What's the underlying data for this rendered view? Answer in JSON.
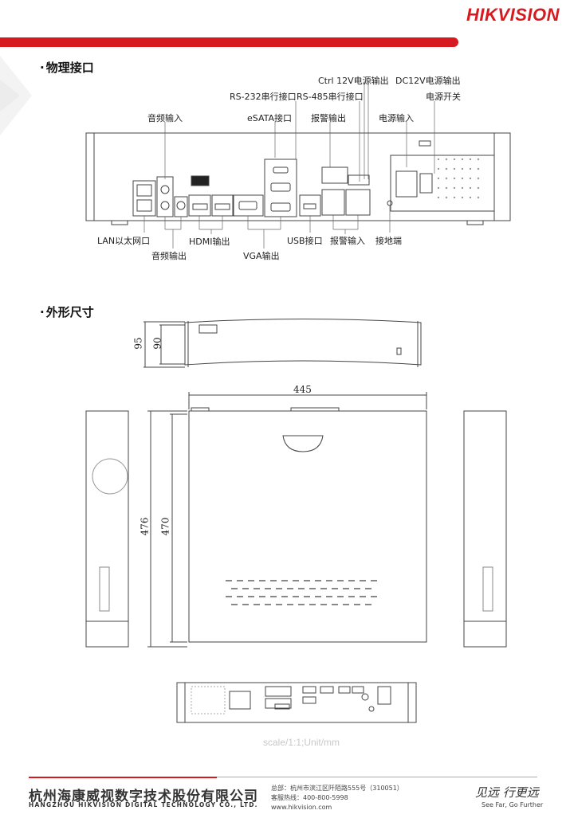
{
  "header": {
    "logo_hik": "HIK",
    "logo_vision": "VISION"
  },
  "sections": {
    "interfaces_title": "物理接口",
    "dimensions_title": "外形尺寸"
  },
  "interface_labels": {
    "ctrl12v": "Ctrl 12V电源输出",
    "dc12v": "DC12V电源输出",
    "rs232": "RS-232串行接口",
    "rs485": "RS-485串行接口",
    "power_switch": "电源开关",
    "audio_in": "音频输入",
    "esata": "eSATA接口",
    "alarm_out": "报警输出",
    "power_in": "电源输入",
    "lan": "LAN以太网口",
    "hdmi_out": "HDMI输出",
    "usb": "USB接口",
    "alarm_in": "报警输入",
    "ground": "接地端",
    "audio_out": "音频输出",
    "vga_out": "VGA输出"
  },
  "dimensions": {
    "height_outer": "95",
    "height_inner": "90",
    "width": "445",
    "depth_outer": "476",
    "depth_inner": "470",
    "scale_note": "scale/1:1;Unit/mm"
  },
  "footer": {
    "company_cn": "杭州海康威视数字技术股份有限公司",
    "company_en": "HANGZHOU HIKVISION DIGITAL TECHNOLOGY CO., LTD.",
    "address": "总部：杭州市滨江区阡陌路555号（310051）",
    "hotline": "客服热线：400-800-5998",
    "website": "www.hikvision.com",
    "slogan_cn": "见远 行更远",
    "slogan_en": "See Far, Go Further"
  },
  "colors": {
    "brand_red": "#d71920",
    "line_gray": "#555555"
  }
}
